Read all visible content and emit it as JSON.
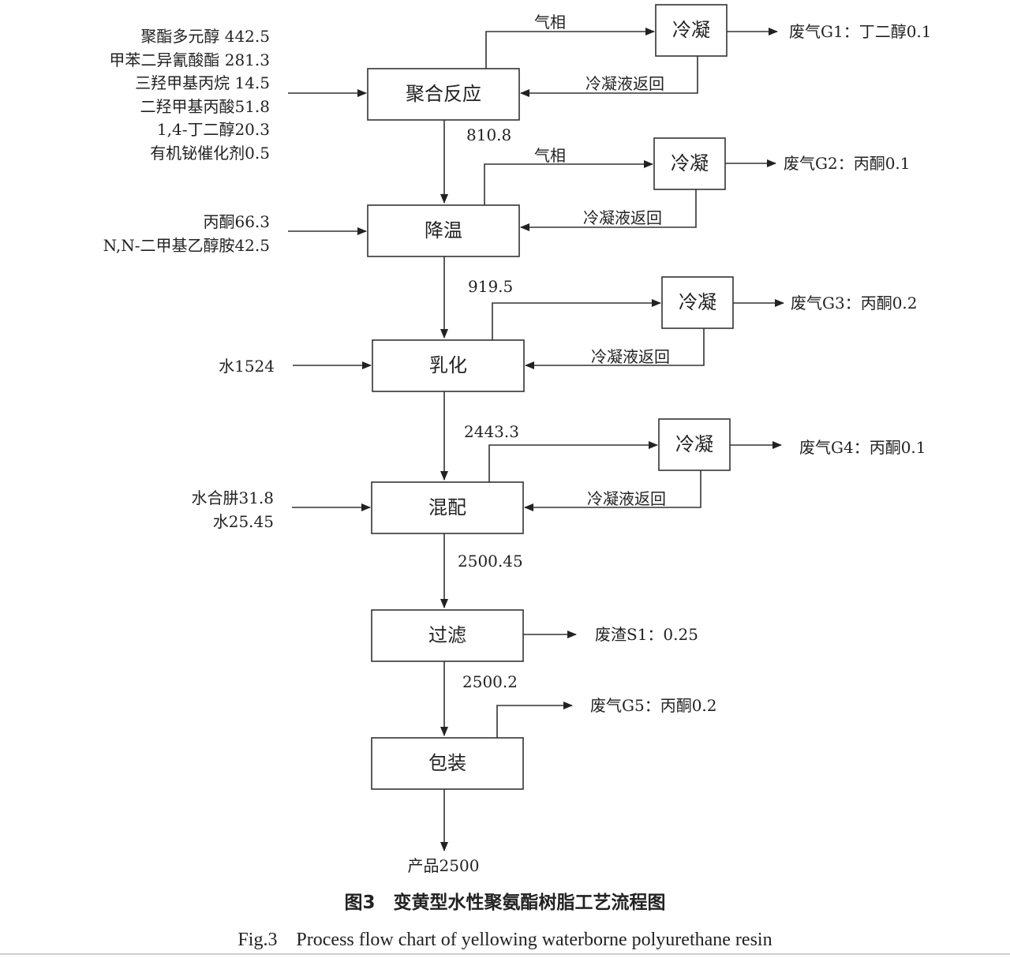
{
  "stages": {
    "polymerization": "聚合反应",
    "cooling": "降温",
    "emulsification": "乳化",
    "blending": "混配",
    "filtration": "过滤",
    "packaging": "包装"
  },
  "condenser_label": "冷凝",
  "gas_phase_label": "气相",
  "condensate_return_label": "冷凝液返回",
  "inputs": {
    "polymerization": [
      "聚酯多元醇 442.5",
      "甲苯二异氰酸酯 281.3",
      "三羟甲基丙烷 14.5",
      "二羟甲基丙酸51.8",
      "1,4-丁二醇20.3",
      "有机铋催化剂0.5"
    ],
    "cooling": [
      "丙酮66.3",
      "N,N-二甲基乙醇胺42.5"
    ],
    "emulsification": [
      "水1524"
    ],
    "blending": [
      "水合肼31.8",
      "水25.45"
    ]
  },
  "flows": {
    "after_polymerization": "810.8",
    "after_cooling": "919.5",
    "after_emulsification": "2443.3",
    "after_blending": "2500.45",
    "after_filtration": "2500.2"
  },
  "emissions": {
    "g1": "废气G1：丁二醇0.1",
    "g2": "废气G2：丙酮0.1",
    "g3": "废气G3：丙酮0.2",
    "g4": "废气G4：丙酮0.1",
    "s1": "废渣S1：0.25",
    "g5": "废气G5：丙酮0.2"
  },
  "product": "产品2500",
  "caption": {
    "zh": "图3　变黄型水性聚氨酯树脂工艺流程图",
    "en": "Fig.3　Process flow chart of yellowing waterborne polyurethane resin"
  }
}
